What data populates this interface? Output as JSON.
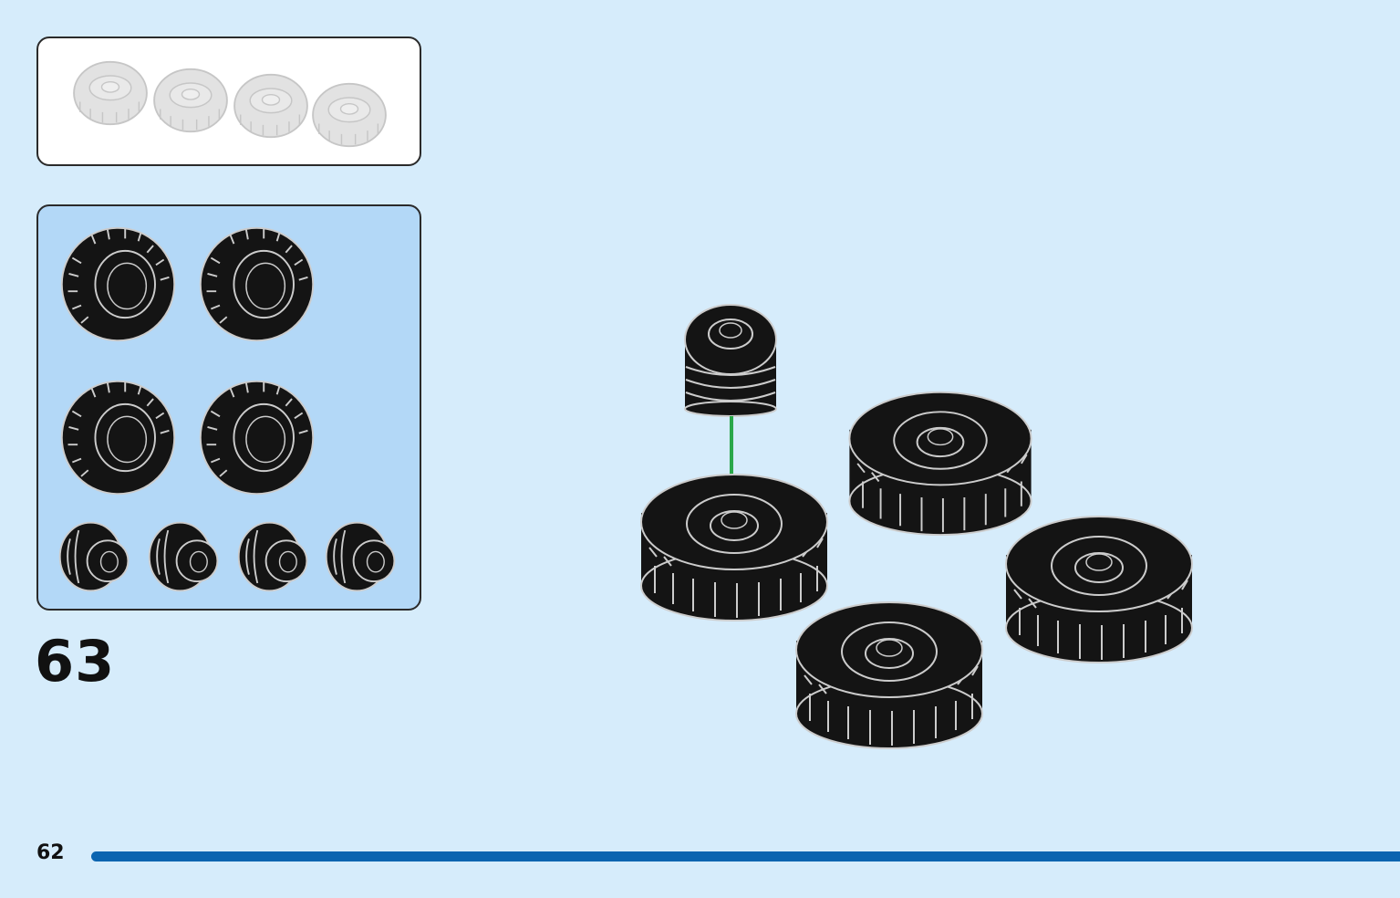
{
  "step": {
    "number": "63"
  },
  "page": {
    "number": "62"
  },
  "colors": {
    "background": "#d6ecfb",
    "parts_panel": "#b3d8f7",
    "page_bar": "#0a64b0",
    "arrow": "#2aa84a",
    "tire": "#141414",
    "ghost": "#cfcfcf"
  },
  "icons": {
    "result": "tire-ghost-icon",
    "part_tire": "tire-icon",
    "part_rim": "wheel-rim-icon",
    "arrow": "insert-arrow-icon"
  },
  "parts": {
    "tires": 4,
    "rims": 4
  }
}
